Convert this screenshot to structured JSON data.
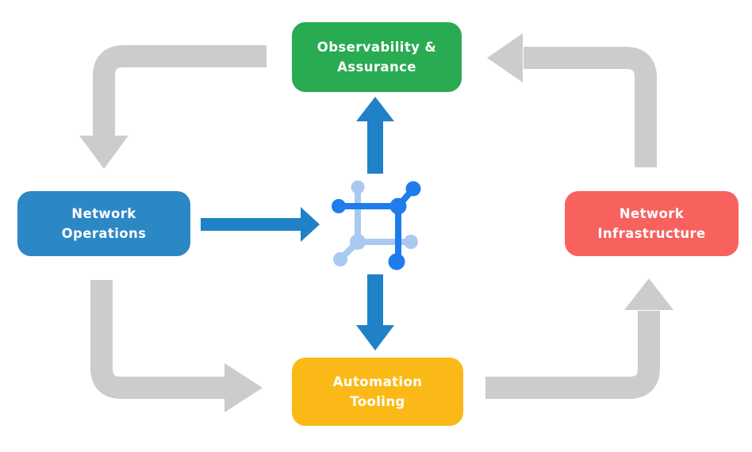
{
  "diagram": {
    "nodes": [
      {
        "id": "observability-assurance",
        "label": "Observability &\nAssurance"
      },
      {
        "id": "network-operations",
        "label": "Network\nOperations"
      },
      {
        "id": "network-infrastructure",
        "label": "Network\nInfrastructure"
      },
      {
        "id": "automation-tooling",
        "label": "Automation\nTooling"
      }
    ],
    "center_icon": "network-mesh-icon",
    "arrows": {
      "gray_cycle": [
        {
          "from": "observability-assurance",
          "to": "network-operations"
        },
        {
          "from": "network-operations",
          "to": "automation-tooling"
        },
        {
          "from": "automation-tooling",
          "to": "network-infrastructure"
        },
        {
          "from": "network-infrastructure",
          "to": "observability-assurance"
        }
      ],
      "blue": [
        {
          "from": "network-operations",
          "to": "center-icon"
        },
        {
          "from": "center-icon",
          "to": "observability-assurance"
        },
        {
          "from": "center-icon",
          "to": "automation-tooling"
        }
      ]
    }
  },
  "colors": {
    "green": "#29AB51",
    "blue": "#2C87C5",
    "red": "#F7625F",
    "yellow": "#FBB917",
    "arrow_gray": "#CCCCCC",
    "arrow_blue": "#1F81C6",
    "icon_dark": "#1F7CEC",
    "icon_light": "#A9C9F1",
    "label_text": "#FFFFFF",
    "background": "#FFFFFF"
  }
}
